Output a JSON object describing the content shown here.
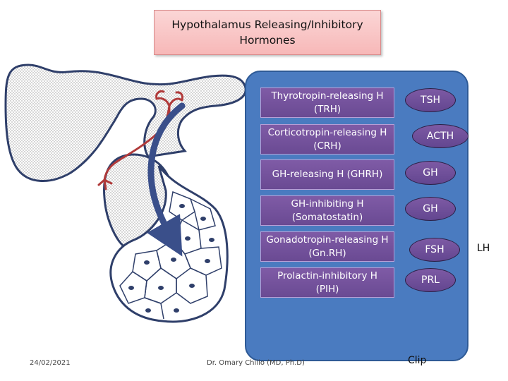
{
  "title": "Hypothalamus Releasing/Inhibitory\nHormones",
  "hormones": [
    {
      "releasing": "Thyrotropin-releasing H\n(TRH)",
      "target": "TSH"
    },
    {
      "releasing": "Corticotropin-releasing H\n(CRH)",
      "target": "ACTH"
    },
    {
      "releasing": "GH-releasing H (GHRH)",
      "target": "GH"
    },
    {
      "releasing": "GH-inhibiting H\n(Somatostatin)",
      "target": "GH"
    },
    {
      "releasing": "Gonadotropin-releasing H\n(Gn.RH)",
      "target": "FSH",
      "extra": "LH"
    },
    {
      "releasing": "Prolactin-inhibitory H\n(PIH)",
      "target": "PRL"
    }
  ],
  "footer": {
    "date": "24/02/2021",
    "author": "Dr. Omary Chillo (MD, Ph.D)",
    "clip": "Clip"
  },
  "colors": {
    "panel": "#4a7bc0",
    "hormone_box": "#6f4e99",
    "title_box": "#f7b8b8",
    "arrow": "#3a4f8a",
    "neuron": "#b03a3a"
  }
}
